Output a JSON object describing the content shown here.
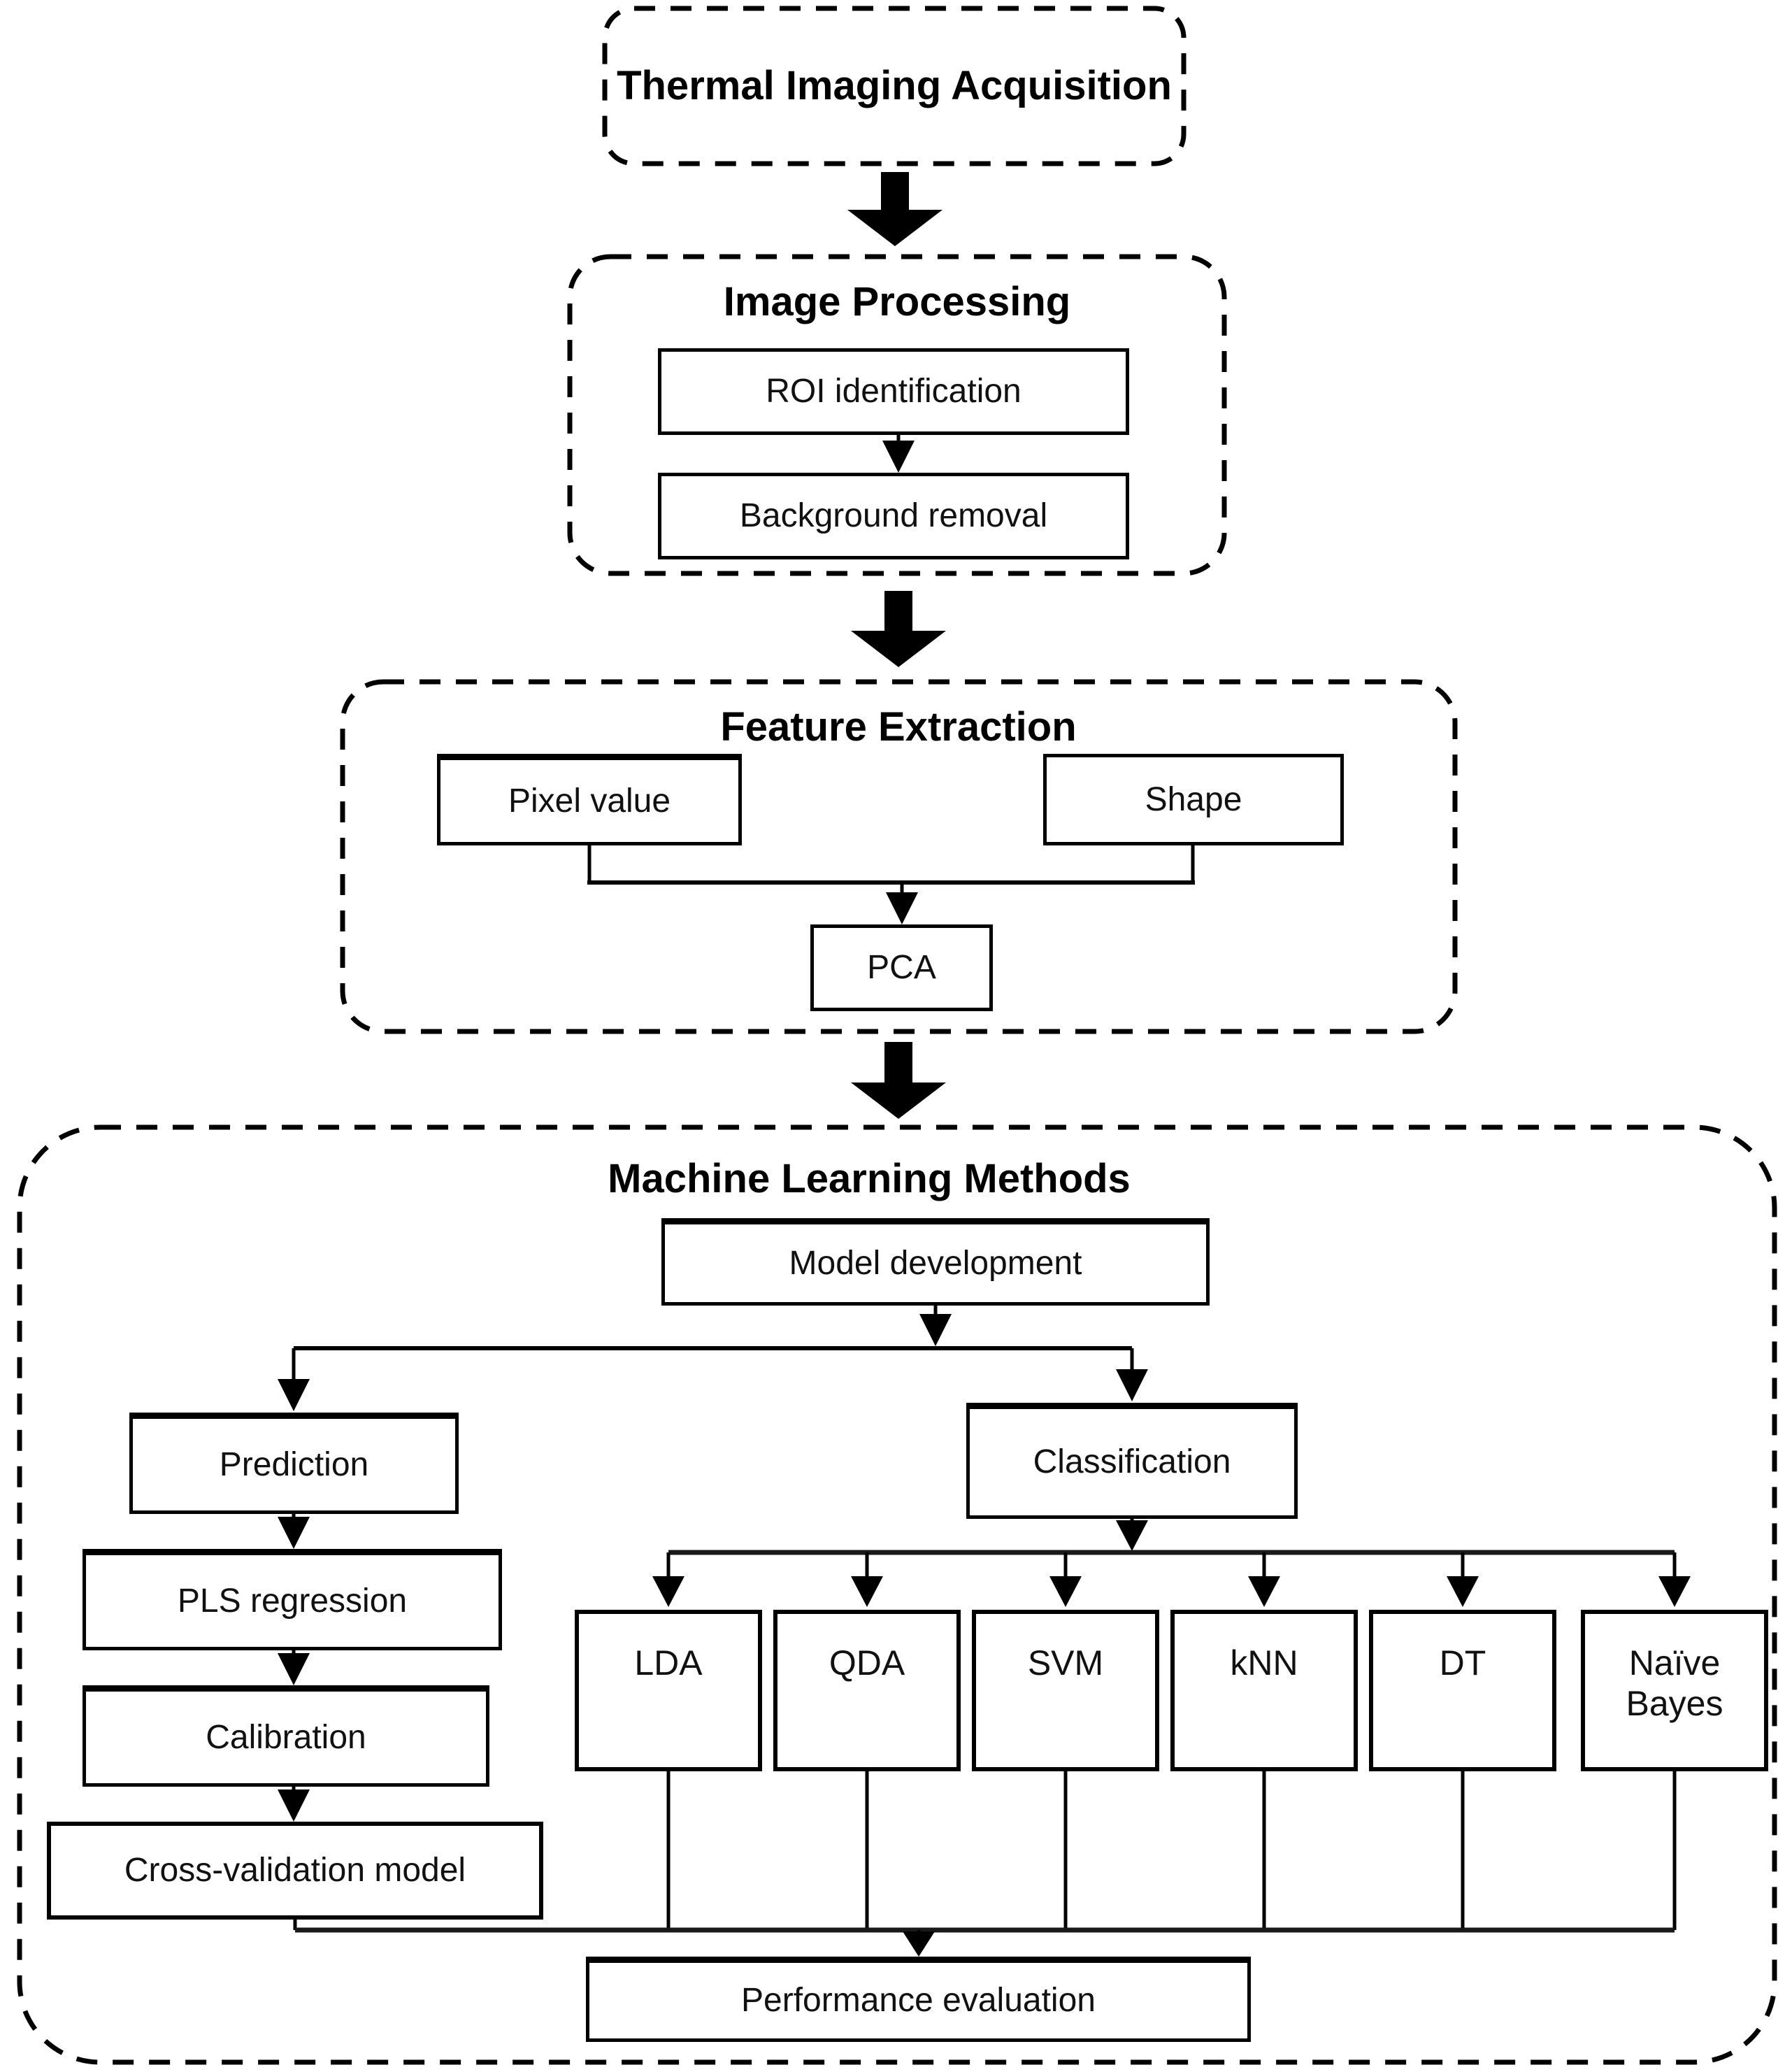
{
  "colors": {
    "ink": "#000000",
    "text": "#111111",
    "background": "#ffffff"
  },
  "flow": {
    "acquisition": {
      "label": "Thermal Imaging Acquisition"
    },
    "image_processing": {
      "title": "Image Processing",
      "steps": [
        "ROI identification",
        "Background removal"
      ]
    },
    "feature_extraction": {
      "title": "Feature Extraction",
      "features": [
        "Pixel value",
        "Shape"
      ],
      "reduction": "PCA"
    },
    "machine_learning": {
      "title": "Machine Learning Methods",
      "root": "Model development",
      "prediction_branch": {
        "label": "Prediction",
        "steps": [
          "PLS regression",
          "Calibration",
          "Cross-validation model"
        ]
      },
      "classification_branch": {
        "label": "Classification",
        "methods": [
          "LDA",
          "QDA",
          "SVM",
          "kNN",
          "DT",
          "Naïve Bayes"
        ]
      },
      "evaluation": "Performance evaluation"
    }
  }
}
